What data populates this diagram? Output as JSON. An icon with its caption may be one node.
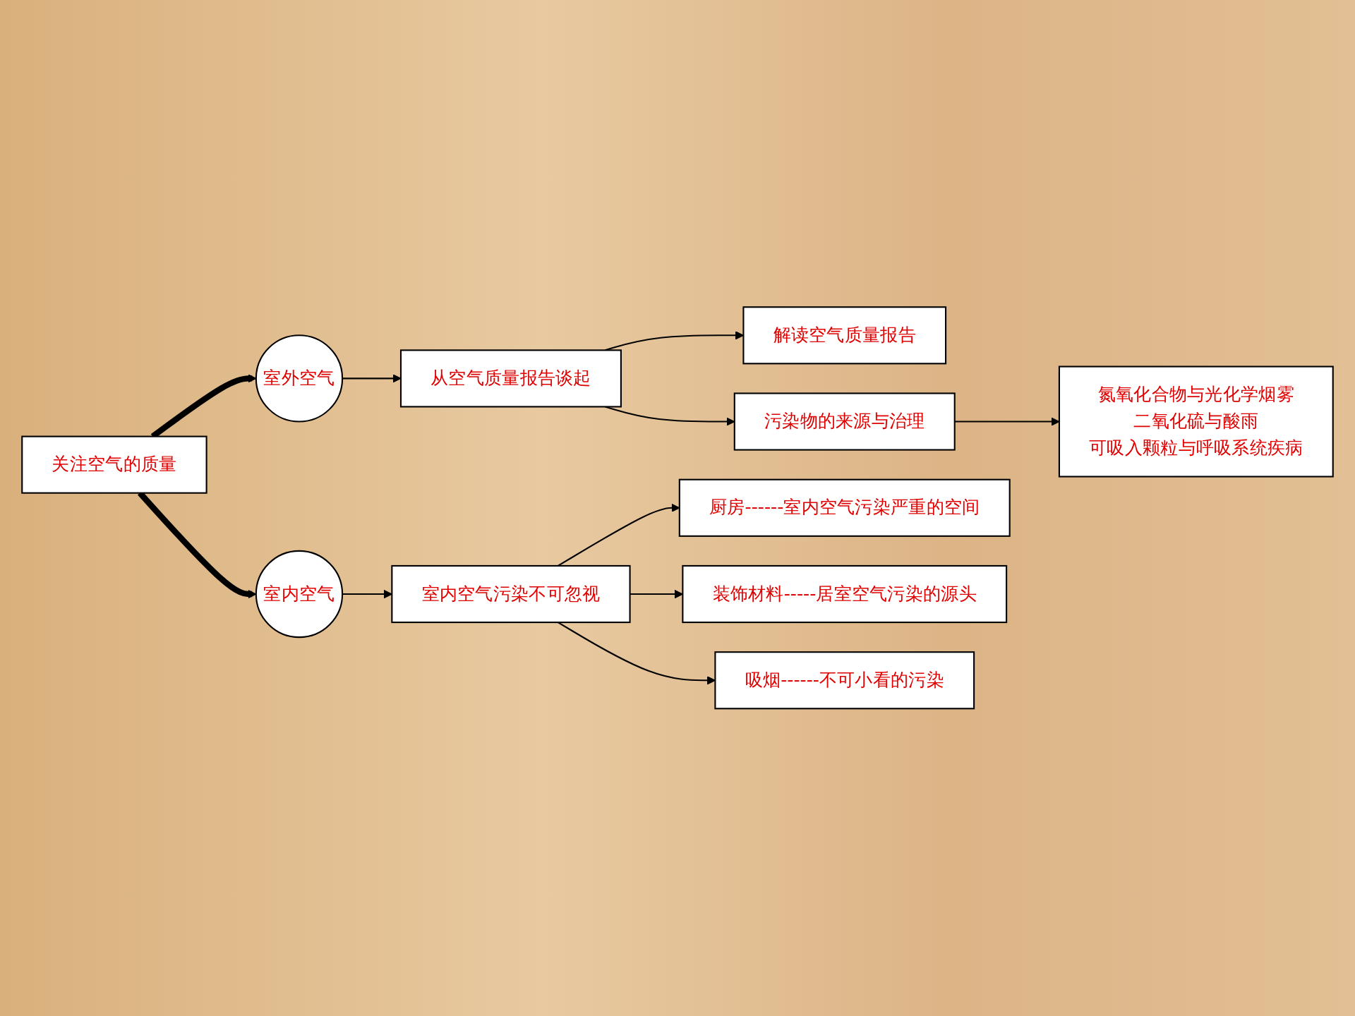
{
  "diagram": {
    "nodes": [
      {
        "text": [
          "关注空气的质量"
        ]
      },
      {
        "text": [
          "室外空气"
        ]
      },
      {
        "text": [
          "室内空气"
        ]
      },
      {
        "text": [
          "从空气质量报告谈起"
        ]
      },
      {
        "text": [
          "解读空气质量报告"
        ]
      },
      {
        "text": [
          "污染物的来源与治理"
        ]
      },
      {
        "text": [
          "氮氧化合物与光化学烟雾",
          "二氧化硫与酸雨",
          "可吸入颗粒与呼吸系统疾病"
        ]
      },
      {
        "text": [
          "室内空气污染不可忽视"
        ]
      },
      {
        "text": [
          "厨房------室内空气污染严重的空间"
        ]
      },
      {
        "text": [
          "装饰材料-----居室空气污染的源头"
        ]
      },
      {
        "text": [
          "吸烟------不可小看的污染"
        ]
      }
    ],
    "edges": [
      {
        "from": 0,
        "to": 1,
        "arrow": "to",
        "style": "thick"
      },
      {
        "from": 0,
        "to": 2,
        "arrow": "to",
        "style": "thick"
      },
      {
        "from": 1,
        "to": 3,
        "arrow": "to"
      },
      {
        "from": 3,
        "to": 4,
        "arrow": "to"
      },
      {
        "from": 3,
        "to": 5,
        "arrow": "to"
      },
      {
        "from": 5,
        "to": 6,
        "arrow": "to"
      },
      {
        "from": 2,
        "to": 7,
        "arrow": "to"
      },
      {
        "from": 7,
        "to": 8,
        "arrow": "to"
      },
      {
        "from": 7,
        "to": 9,
        "arrow": "to"
      },
      {
        "from": 7,
        "to": 10,
        "arrow": "to"
      }
    ]
  }
}
